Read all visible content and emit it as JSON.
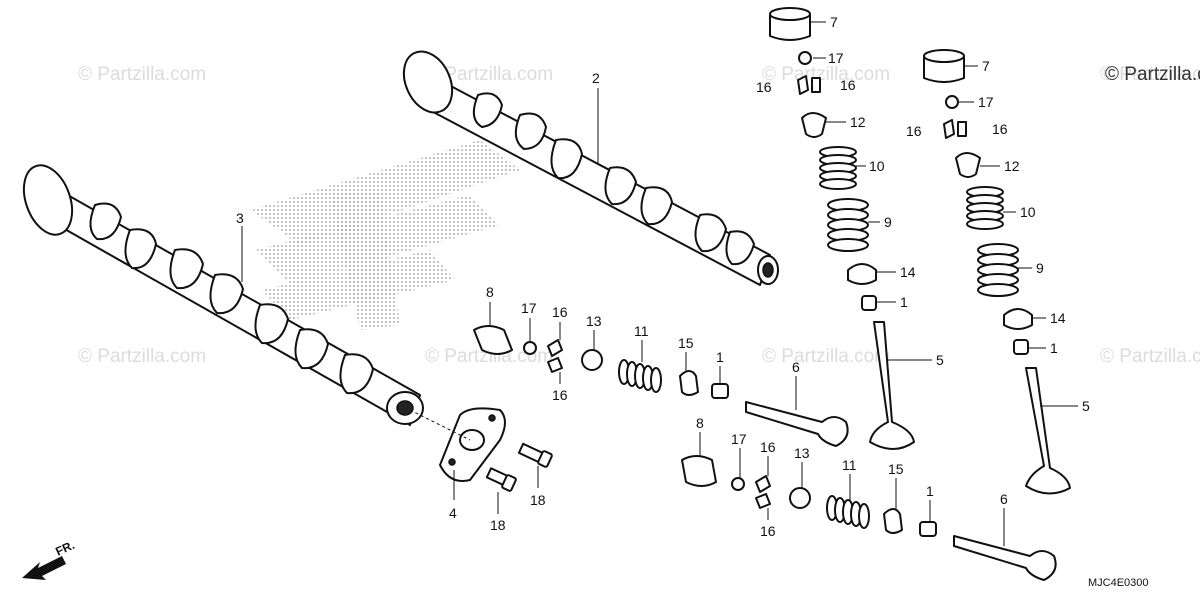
{
  "watermarks": {
    "w1": "© Partzilla.com",
    "w2": "© Partzilla.com",
    "w3": "© Partzilla.com",
    "w4": "© Partzilla.com",
    "w5": "© Partzilla.com",
    "w6": "© Partzilla.com",
    "w7": "© Partzilla.com",
    "w8": "© Partzilla.com",
    "corner": "© Partzilla.com"
  },
  "callouts": {
    "c2": "2",
    "c3": "3",
    "c4": "4",
    "c7a": "7",
    "c17a": "17",
    "c16a": "16",
    "c16b": "16",
    "c12a": "12",
    "c10a": "10",
    "c9a": "9",
    "c14a": "14",
    "c1a": "1",
    "c5a": "5",
    "c7b": "7",
    "c17b": "17",
    "c16c": "16",
    "c16d": "16",
    "c12b": "12",
    "c10b": "10",
    "c9b": "9",
    "c14b": "14",
    "c1b": "1",
    "c5b": "5",
    "c8a": "8",
    "c17c": "17",
    "c16e": "16",
    "c16f": "16",
    "c13a": "13",
    "c11a": "11",
    "c15a": "15",
    "c1c": "1",
    "c6a": "6",
    "c8b": "8",
    "c17d": "17",
    "c16g": "16",
    "c16h": "16",
    "c13b": "13",
    "c11b": "11",
    "c15b": "15",
    "c1d": "1",
    "c6b": "6",
    "c18a": "18",
    "c18b": "18"
  },
  "direction_label": "FR.",
  "diagram_code": "MJC4E0300"
}
